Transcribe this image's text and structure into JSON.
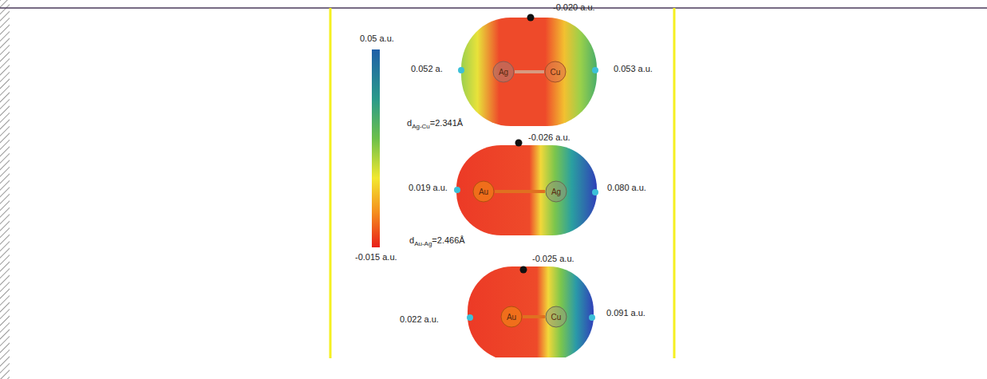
{
  "diagram": {
    "nodes": [
      {
        "text": [
          "Ag"
        ]
      },
      {
        "text": [
          "Cu"
        ]
      },
      {
        "text": [
          "Au"
        ]
      },
      {
        "text": [
          "Ag"
        ]
      },
      {
        "text": [
          "Au"
        ]
      },
      {
        "text": [
          "Cu"
        ]
      }
    ],
    "edges": [
      {
        "from": 0,
        "to": 1,
        "arrow": "none"
      },
      {
        "from": 2,
        "to": 3,
        "arrow": "none"
      },
      {
        "from": 4,
        "to": 5,
        "arrow": "none"
      }
    ],
    "labels": [
      "0.05 a.u.",
      "-0.015 a.u.",
      "-0.020 a.u.",
      "0.052 a.",
      "0.053 a.u.",
      "d",
      "Ag-Cu",
      "=2.341Å",
      "-0.026 a.u.",
      "0.019 a.u.",
      "0.080 a.u.",
      "d",
      "Au-Ag",
      "=2.466Å",
      "-0.025 a.u.",
      "0.022 a.u.",
      "0.091 a.u."
    ]
  }
}
